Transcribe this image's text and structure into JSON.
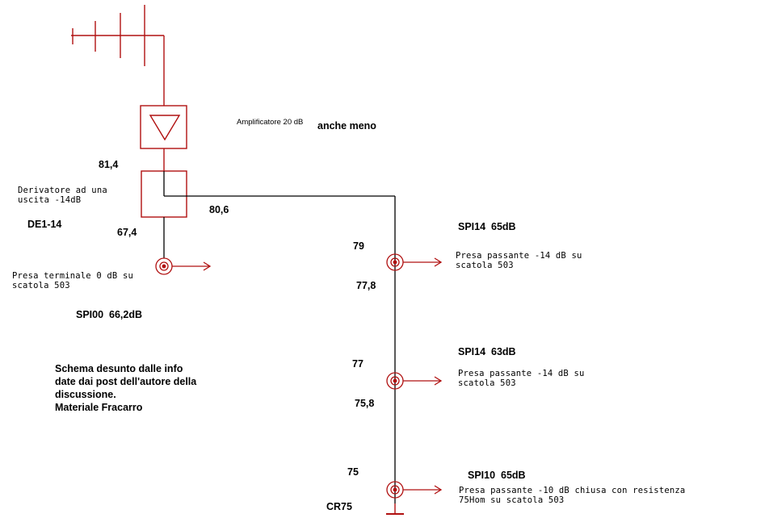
{
  "colors": {
    "rf": "#b01010",
    "wire": "#000000",
    "background": "#ffffff"
  },
  "icons": [
    "antenna-icon",
    "amplifier-triangle-icon",
    "coax-socket-icon",
    "arrow-right-icon",
    "terminator-icon"
  ],
  "amplifier": {
    "label": "Amplificatore 20 dB",
    "note": "anche meno"
  },
  "derivatore": {
    "description": "Derivatore ad una\nuscita -14dB",
    "code": "DE1-14"
  },
  "levels": {
    "amp_out": "81,4",
    "branch_out": "80,6",
    "derivatore_out": "67,4",
    "spi14_a_in": "79",
    "spi14_a_out": "77,8",
    "spi14_b_in": "77",
    "spi14_b_out": "75,8",
    "spi10_in": "75"
  },
  "outlets": [
    {
      "code": "SPI00  66,2dB",
      "description": "Presa terminale 0 dB su\nscatola 503"
    },
    {
      "code": "SPI14  65dB",
      "description": "Presa passante -14 dB su\nscatola 503"
    },
    {
      "code": "SPI14  63dB",
      "description": "Presa passante -14 dB su\nscatola 503"
    },
    {
      "code": "SPI10  65dB",
      "description": "Presa passante -10 dB chiusa con resistenza\n75Hom su scatola 503"
    }
  ],
  "terminator": "CR75",
  "note": "Schema desunto dalle info\ndate dai post dell'autore della\ndiscussione.\nMateriale Fracarro"
}
